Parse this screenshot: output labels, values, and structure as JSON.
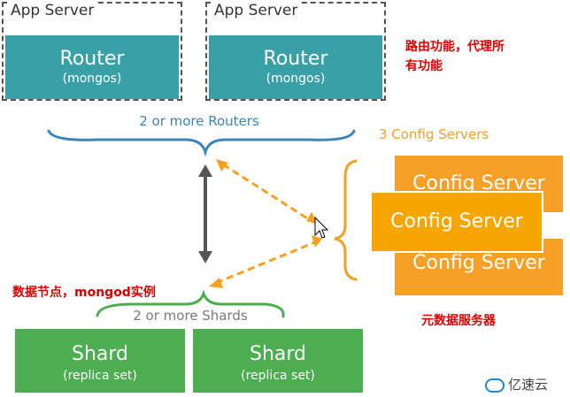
{
  "app_servers": [
    {
      "label": "App Server",
      "router_title": "Router",
      "router_sub": "(mongos)"
    },
    {
      "label": "App Server",
      "router_title": "Router",
      "router_sub": "(mongos)"
    }
  ],
  "routers_label": "2 or more Routers",
  "router_annotation": "路由功能，代理所有功能",
  "config_servers_label": "3 Config Servers",
  "config_servers": [
    "Config Server",
    "Config Server",
    "Config Server"
  ],
  "config_annotation": "元数据服务器",
  "shard_annotation": "数据节点，mongod实例",
  "shards_label": "2 or more Shards",
  "shards": [
    {
      "title": "Shard",
      "sub": "(replica set)"
    },
    {
      "title": "Shard",
      "sub": "(replica set)"
    }
  ],
  "watermark": "亿速云",
  "colors": {
    "router": "#3aa0a8",
    "config": "#f7a028",
    "shard": "#4cae50",
    "annotation": "#e00000",
    "brace_blue": "#3a86b8",
    "brace_orange": "#f5a01f"
  }
}
